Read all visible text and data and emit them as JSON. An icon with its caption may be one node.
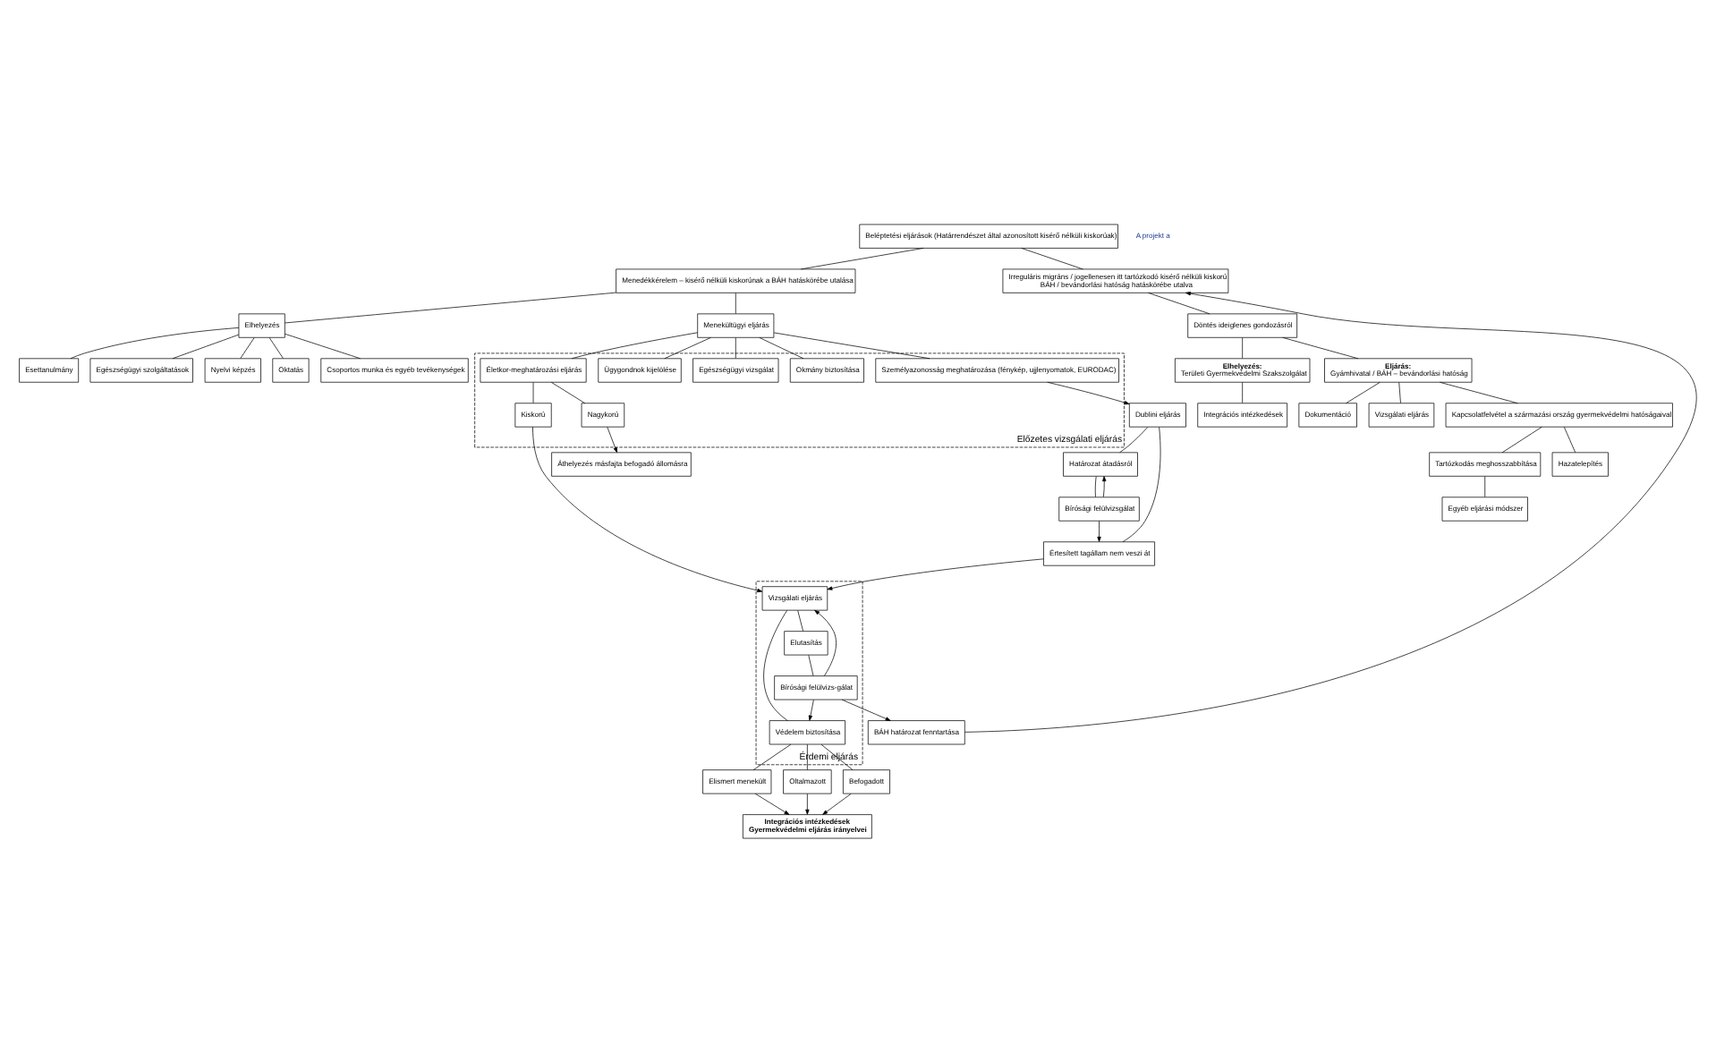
{
  "diagram": {
    "nodes": [
      {
        "text": [
          "Beléptetési eljárások (Határrendészet által azonosított kisérő nélküli kiskorúak)"
        ]
      },
      {
        "text": [
          "Menedékkérelem – kisérő nélküli kiskorúnak a BÁH hatáskörébe utalása"
        ]
      },
      {
        "text": [
          "Irreguláris migráns / jogellenesen itt tartózkodó kisérő nélküli kiskorú",
          "BÁH / bevándorlási hatóság hatáskörébe utalva"
        ]
      },
      {
        "text": [
          "Elhelyezés"
        ]
      },
      {
        "text": [
          "Menekültügyi eljárás"
        ]
      },
      {
        "text": [
          "Döntés ideiglenes gondozásról"
        ]
      },
      {
        "text": [
          "Esettanulmány"
        ]
      },
      {
        "text": [
          "Egészségügyi szolgáltatások"
        ]
      },
      {
        "text": [
          "Nyelvi képzés"
        ]
      },
      {
        "text": [
          "Oktatás"
        ]
      },
      {
        "text": [
          "Csoportos munka és egyéb tevékenységek"
        ]
      },
      {
        "text": [
          "Előzetes vizsgálati eljárás"
        ]
      },
      {
        "text": [
          "Személyazonosság meghatározása (fénykép, ujjlenyomatok, EURODAC)"
        ],
        "in": 11
      },
      {
        "text": [
          "Okmány biztosítása"
        ],
        "in": 11
      },
      {
        "text": [
          "Egészségügyi vizsgálat"
        ],
        "in": 11
      },
      {
        "text": [
          "Ügygondnok kijelölése"
        ],
        "in": 11
      },
      {
        "text": [
          "Életkor-meghatározási eljárás"
        ],
        "in": 11
      },
      {
        "text": [
          "Kiskorú"
        ],
        "in": 11
      },
      {
        "text": [
          "Nagykorú"
        ],
        "in": 11
      },
      {
        "text": [
          "Dublini eljárás"
        ]
      },
      {
        "text": [
          "Határozat átadásról"
        ]
      },
      {
        "text": [
          "Bírósági felülvizsgálat"
        ]
      },
      {
        "text": [
          "Értesített tagállam nem veszi át"
        ]
      },
      {
        "text": [
          "Áthelyezés másfajta befogadó állomásra"
        ]
      },
      {
        "text": [
          "Érdemi eljárás"
        ]
      },
      {
        "text": [
          "Vizsgálati eljárás"
        ],
        "in": 24
      },
      {
        "text": [
          "Elutasítás"
        ],
        "in": 24
      },
      {
        "text": [
          "Bírósági felülvizs-gálat"
        ],
        "in": 24
      },
      {
        "text": [
          "Védelem biztosítása"
        ],
        "in": 24
      },
      {
        "text": [
          "Elismert menekült"
        ]
      },
      {
        "text": [
          "Oltalmazott"
        ]
      },
      {
        "text": [
          "Befogadott"
        ]
      },
      {
        "text": [
          "BÁH határozat fenntartása"
        ]
      },
      {
        "text": [
          "Integrációs intézkedések",
          "Gyermekvédelmi eljárás irányelvei"
        ]
      },
      {
        "text": [
          "Elhelyezés:",
          "Területi Gyermekvédelmi Szakszolgálat"
        ]
      },
      {
        "text": [
          "Eljárás:",
          "Gyámhivatal / BÁH – bevándorlási hatóság"
        ]
      },
      {
        "text": [
          "Integrációs intézkedések"
        ]
      },
      {
        "text": [
          "Dokumentáció"
        ]
      },
      {
        "text": [
          "Vizsgálati eljárás"
        ]
      },
      {
        "text": [
          "Kapcsolatfelvétel a származási ország gyermekvédelmi hatóságaival"
        ]
      },
      {
        "text": [
          "Tartózkodás meghosszabbítása"
        ]
      },
      {
        "text": [
          "Hazatelepítés"
        ]
      },
      {
        "text": [
          "Egyéb eljárási módszer"
        ]
      }
    ],
    "edges": [
      {
        "from": 0,
        "to": 1,
        "arrow": "none"
      },
      {
        "from": 0,
        "to": 2,
        "arrow": "none"
      },
      {
        "from": 1,
        "to": 3,
        "arrow": "none"
      },
      {
        "from": 1,
        "to": 4,
        "arrow": "none"
      },
      {
        "from": 3,
        "to": 6,
        "arrow": "none"
      },
      {
        "from": 3,
        "to": 7,
        "arrow": "none"
      },
      {
        "from": 3,
        "to": 8,
        "arrow": "none"
      },
      {
        "from": 3,
        "to": 9,
        "arrow": "none"
      },
      {
        "from": 3,
        "to": 10,
        "arrow": "none"
      },
      {
        "from": 4,
        "to": 12,
        "arrow": "none"
      },
      {
        "from": 4,
        "to": 13,
        "arrow": "none"
      },
      {
        "from": 4,
        "to": 14,
        "arrow": "none"
      },
      {
        "from": 4,
        "to": 15,
        "arrow": "none"
      },
      {
        "from": 4,
        "to": 16,
        "arrow": "none"
      },
      {
        "from": 16,
        "to": 17,
        "arrow": "none"
      },
      {
        "from": 16,
        "to": 18,
        "arrow": "none"
      },
      {
        "from": 12,
        "to": 19,
        "arrow": "to"
      },
      {
        "from": 19,
        "to": 20,
        "arrow": "none"
      },
      {
        "from": 19,
        "to": 22,
        "arrow": "none"
      },
      {
        "from": 20,
        "to": 21,
        "arrow": "none"
      },
      {
        "from": 21,
        "to": 20,
        "arrow": "to"
      },
      {
        "from": 21,
        "to": 22,
        "arrow": "to"
      },
      {
        "from": 22,
        "to": 25,
        "arrow": "to"
      },
      {
        "from": 18,
        "to": 23,
        "arrow": "to"
      },
      {
        "from": 17,
        "to": 25,
        "arrow": "to"
      },
      {
        "from": 25,
        "to": 26,
        "arrow": "none"
      },
      {
        "from": 25,
        "to": 28,
        "arrow": "none"
      },
      {
        "from": 26,
        "to": 27,
        "arrow": "none"
      },
      {
        "from": 27,
        "to": 28,
        "arrow": "to"
      },
      {
        "from": 27,
        "to": 25,
        "arrow": "to"
      },
      {
        "from": 27,
        "to": 32,
        "arrow": "to"
      },
      {
        "from": 28,
        "to": 29,
        "arrow": "none"
      },
      {
        "from": 28,
        "to": 30,
        "arrow": "none"
      },
      {
        "from": 28,
        "to": 31,
        "arrow": "none"
      },
      {
        "from": 29,
        "to": 33,
        "arrow": "to"
      },
      {
        "from": 30,
        "to": 33,
        "arrow": "to"
      },
      {
        "from": 31,
        "to": 33,
        "arrow": "to"
      },
      {
        "from": 32,
        "to": 2,
        "arrow": "to"
      },
      {
        "from": 2,
        "to": 5,
        "arrow": "none"
      },
      {
        "from": 5,
        "to": 34,
        "arrow": "none"
      },
      {
        "from": 5,
        "to": 35,
        "arrow": "none"
      },
      {
        "from": 34,
        "to": 36,
        "arrow": "none"
      },
      {
        "from": 35,
        "to": 37,
        "arrow": "none"
      },
      {
        "from": 35,
        "to": 38,
        "arrow": "none"
      },
      {
        "from": 35,
        "to": 39,
        "arrow": "none"
      },
      {
        "from": 39,
        "to": 40,
        "arrow": "none"
      },
      {
        "from": 39,
        "to": 41,
        "arrow": "none"
      },
      {
        "from": 40,
        "to": 42,
        "arrow": "none"
      }
    ],
    "labels": [
      "A projekt a"
    ]
  }
}
